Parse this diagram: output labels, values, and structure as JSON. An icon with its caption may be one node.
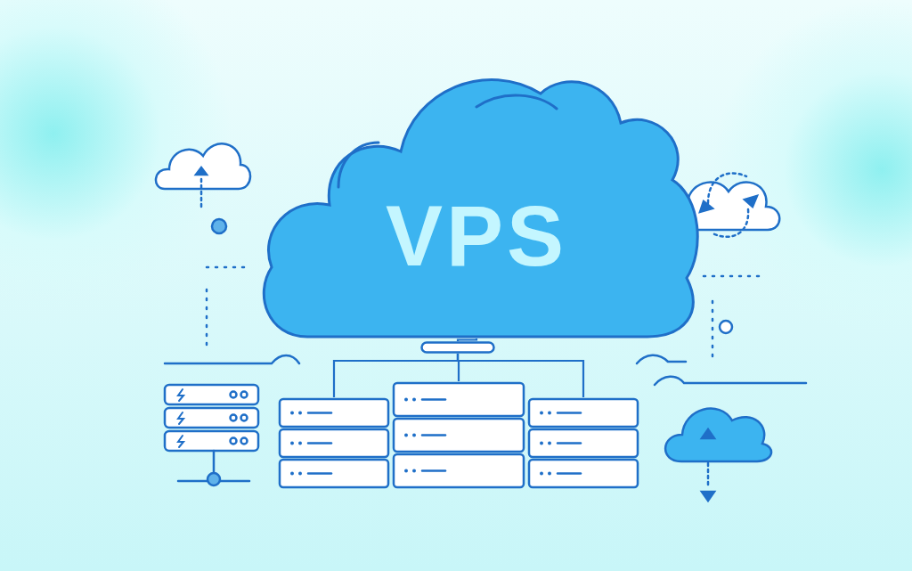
{
  "diagram": {
    "nodes": [
      {
        "text": [
          "VPS"
        ]
      },
      {
        "text": [],
        "shape": "bar"
      },
      {
        "text": [],
        "shape": "picture"
      },
      {
        "text": [],
        "shape": "picture"
      },
      {
        "text": [],
        "shape": "picture"
      }
    ],
    "edges": [
      {
        "from": 0,
        "to": 1,
        "arrow": "none"
      },
      {
        "from": 1,
        "to": 2,
        "arrow": "none"
      },
      {
        "from": 1,
        "to": 3,
        "arrow": "none"
      },
      {
        "from": 1,
        "to": 4,
        "arrow": "none"
      }
    ]
  }
}
